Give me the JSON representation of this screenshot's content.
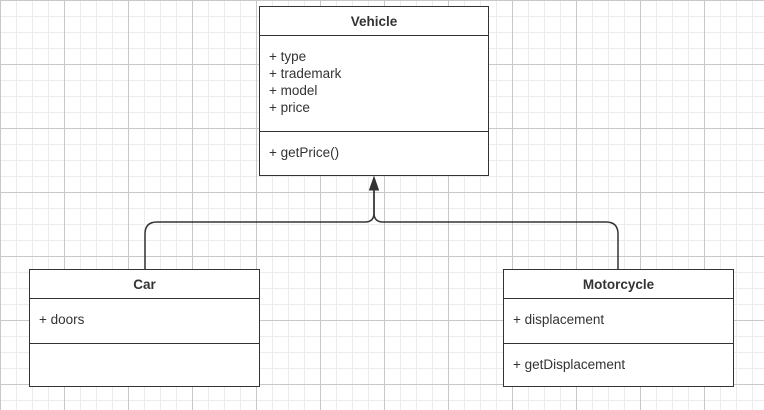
{
  "diagram": {
    "classes": {
      "vehicle": {
        "name": "Vehicle",
        "attributes": [
          "+ type",
          "+ trademark",
          "+ model",
          "+ price"
        ],
        "methods": [
          "+ getPrice()"
        ]
      },
      "car": {
        "name": "Car",
        "attributes": [
          "+ doors"
        ],
        "methods": []
      },
      "motorcycle": {
        "name": "Motorcycle",
        "attributes": [
          "+ displacement"
        ],
        "methods": [
          "+ getDisplacement"
        ]
      }
    },
    "relationships": [
      {
        "type": "generalization",
        "from": "Car",
        "to": "Vehicle"
      },
      {
        "type": "generalization",
        "from": "Motorcycle",
        "to": "Vehicle"
      }
    ],
    "colors": {
      "stroke": "#333333",
      "grid_major": "#c8c8c8",
      "grid_minor": "#ececec"
    }
  }
}
